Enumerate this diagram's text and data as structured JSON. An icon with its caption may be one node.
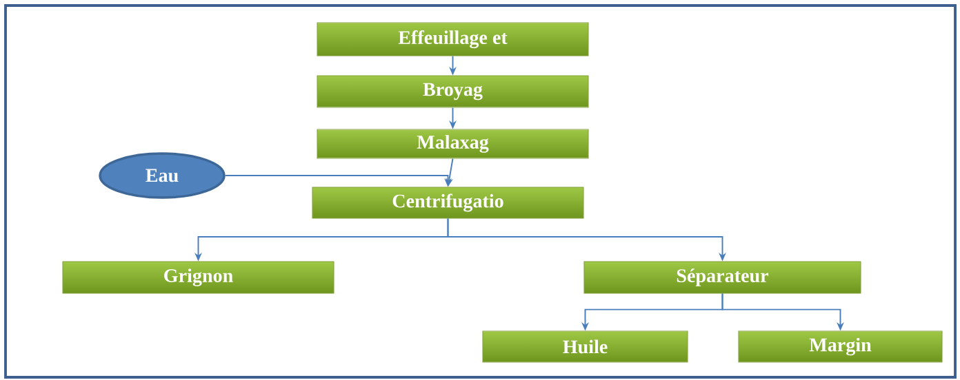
{
  "diagram": {
    "nodes": [
      {
        "text": [
          "Effeuillage et"
        ]
      },
      {
        "text": [
          "Broyag"
        ]
      },
      {
        "text": [
          "Malaxag"
        ]
      },
      {
        "text": [
          "Eau"
        ]
      },
      {
        "text": [
          "Centrifugatio"
        ]
      },
      {
        "text": [
          "Grignon"
        ]
      },
      {
        "text": [
          "Séparateur"
        ]
      },
      {
        "text": [
          "Huile"
        ]
      },
      {
        "text": [
          "Margin"
        ]
      }
    ],
    "edges": [
      {
        "from": 0,
        "to": 1,
        "arrow": "to"
      },
      {
        "from": 1,
        "to": 2,
        "arrow": "to"
      },
      {
        "from": 2,
        "to": 4,
        "arrow": "to"
      },
      {
        "from": 3,
        "to": 4,
        "arrow": "to"
      },
      {
        "from": 4,
        "to": 5,
        "arrow": "to"
      },
      {
        "from": 4,
        "to": 6,
        "arrow": "to"
      },
      {
        "from": 6,
        "to": 7,
        "arrow": "to"
      },
      {
        "from": 6,
        "to": 8,
        "arrow": "to"
      }
    ]
  }
}
